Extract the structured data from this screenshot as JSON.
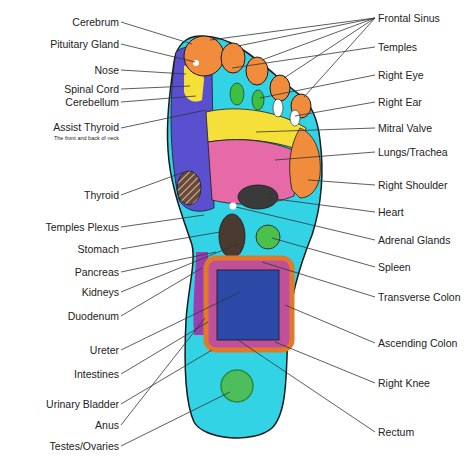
{
  "diagram": {
    "labels": [
      "Cerebrum",
      "Pituitary Gland",
      "Nose",
      "Spinal Cord",
      "Cerebellum",
      "Assist Thyroid",
      "The front and back of neck",
      "Thyroid",
      "Temples Plexus",
      "Stomach",
      "Pancreas",
      "Kidneys",
      "Duodenum",
      "Ureter",
      "Intestines",
      "Urinary Bladder",
      "Anus",
      "Testes/Ovaries",
      "Frontal Sinus",
      "Temples",
      "Right Eye",
      "Right Ear",
      "Mitral Valve",
      "Lungs/Trachea",
      "Right Shoulder",
      "Heart",
      "Adrenal Glands",
      "Spleen",
      "Transverse Colon",
      "Ascending Colon",
      "Right Knee",
      "Rectum"
    ]
  }
}
